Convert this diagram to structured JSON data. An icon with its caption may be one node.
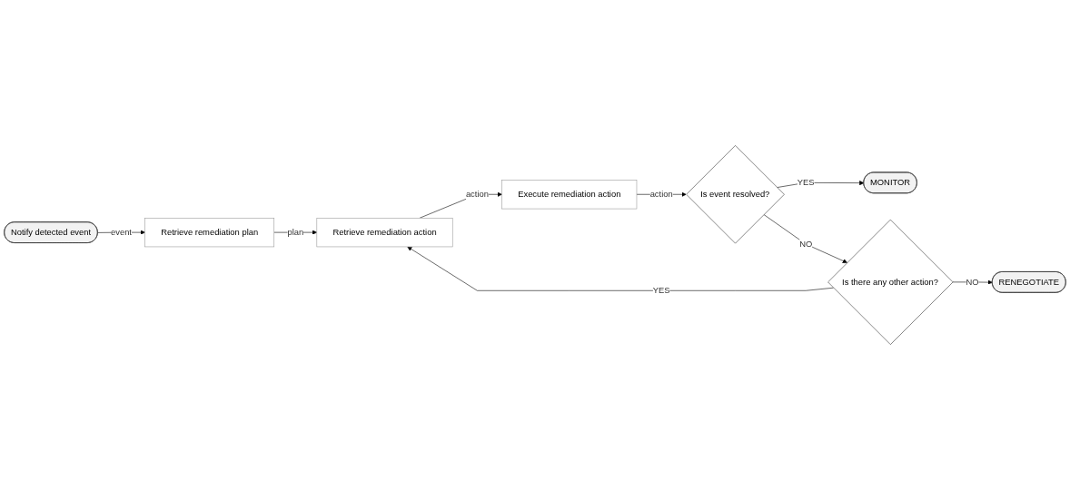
{
  "diagram": {
    "nodes": [
      {
        "text": [
          "Notify detected event"
        ]
      },
      {
        "text": [
          "Retrieve remediation plan"
        ]
      },
      {
        "text": [
          "Retrieve remediation action"
        ]
      },
      {
        "text": [
          "Execute remediation action"
        ]
      },
      {
        "text": [
          "Is event resolved?"
        ]
      },
      {
        "text": [
          "MONITOR"
        ]
      },
      {
        "text": [
          "Is there any other action?"
        ]
      },
      {
        "text": [
          "RENEGOTIATE"
        ]
      }
    ],
    "edges": [
      {
        "from": 0,
        "to": 1,
        "label": "event",
        "arrow": "to"
      },
      {
        "from": 1,
        "to": 2,
        "label": "plan",
        "arrow": "to"
      },
      {
        "from": 2,
        "to": 3,
        "label": "action",
        "arrow": "to"
      },
      {
        "from": 3,
        "to": 4,
        "label": "action",
        "arrow": "to"
      },
      {
        "from": 4,
        "to": 5,
        "label": "YES",
        "arrow": "to"
      },
      {
        "from": 4,
        "to": 6,
        "label": "NO",
        "arrow": "to"
      },
      {
        "from": 6,
        "to": 2,
        "label": "YES",
        "arrow": "to"
      },
      {
        "from": 6,
        "to": 7,
        "label": "NO",
        "arrow": "to"
      }
    ]
  }
}
